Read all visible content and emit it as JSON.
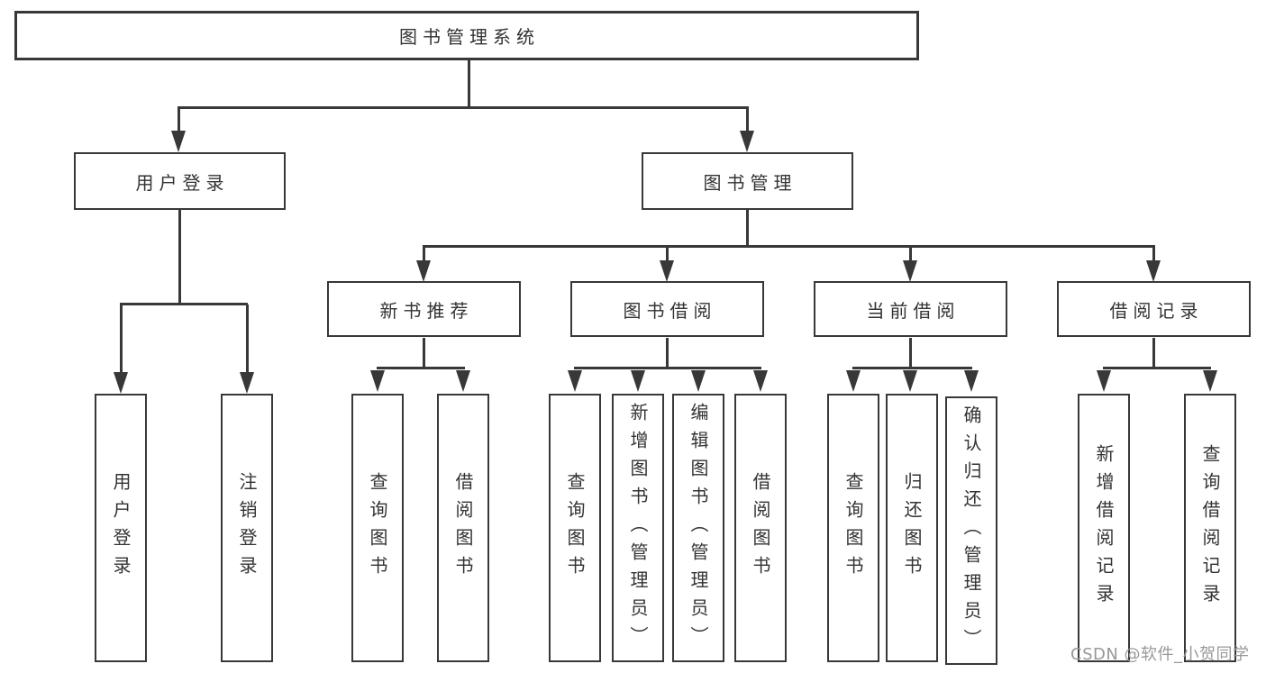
{
  "colors": {
    "line": "#383838",
    "box_border": "#383838",
    "text": "#333333",
    "watermark": "#989898",
    "background": "#ffffff"
  },
  "tree": {
    "root": {
      "label": "图书管理系统",
      "children": [
        {
          "label": "用户登录",
          "children": [
            {
              "label": "用户登录"
            },
            {
              "label": "注销登录"
            }
          ]
        },
        {
          "label": "图书管理",
          "children": [
            {
              "label": "新书推荐",
              "children": [
                {
                  "label": "查询图书"
                },
                {
                  "label": "借阅图书"
                }
              ]
            },
            {
              "label": "图书借阅",
              "children": [
                {
                  "label": "查询图书"
                },
                {
                  "label": "新增图书（管理员）"
                },
                {
                  "label": "编辑图书（管理员）"
                },
                {
                  "label": "借阅图书"
                }
              ]
            },
            {
              "label": "当前借阅",
              "children": [
                {
                  "label": "查询图书"
                },
                {
                  "label": "归还图书"
                },
                {
                  "label": "确认归还（管理员）"
                }
              ]
            },
            {
              "label": "借阅记录",
              "children": [
                {
                  "label": "新增借阅记录"
                },
                {
                  "label": "查询借阅记录"
                }
              ]
            }
          ]
        }
      ]
    }
  },
  "watermark": {
    "text": "CSDN @软件_小贺同学"
  }
}
